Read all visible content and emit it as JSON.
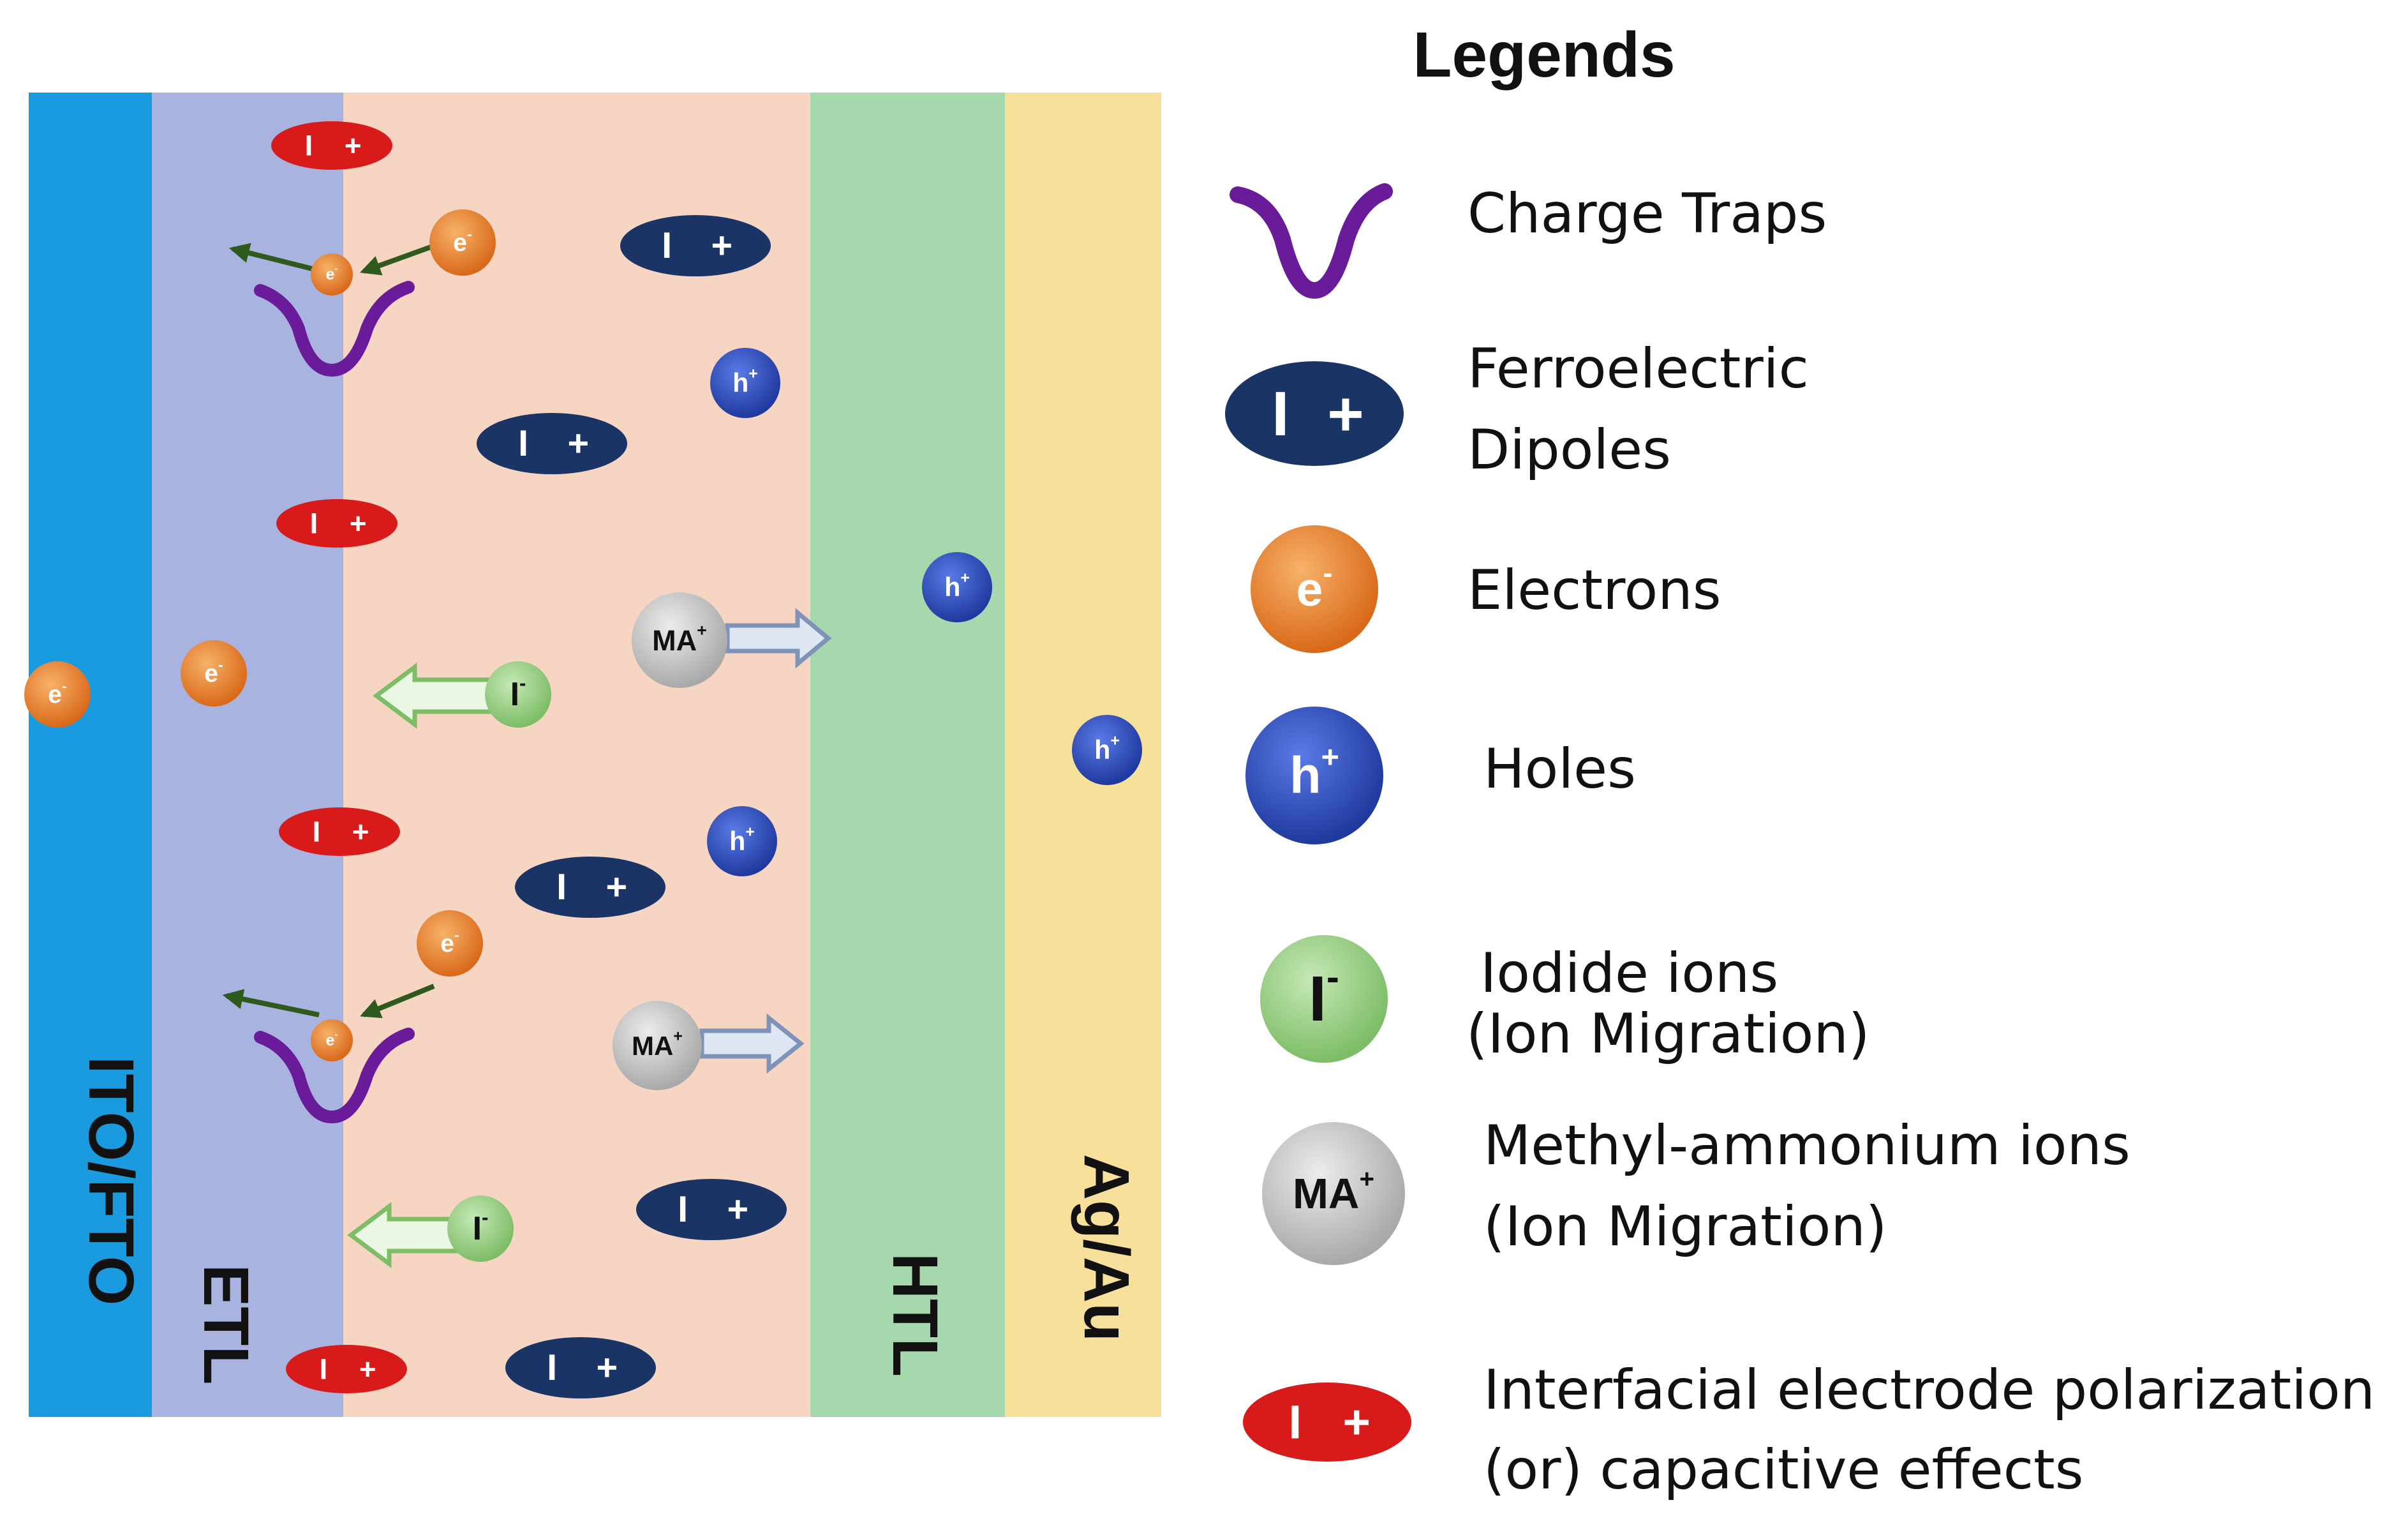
{
  "layers": [
    {
      "id": "ito",
      "label": "ITO/FTO",
      "color": "#1a9be0"
    },
    {
      "id": "etl",
      "label": "ETL",
      "color": "#a9b3e0"
    },
    {
      "id": "perovskite",
      "label": "",
      "color": "#f6d5c3"
    },
    {
      "id": "htl",
      "label": "HTL",
      "color": "#a6d8ad"
    },
    {
      "id": "electrode",
      "label": "Ag/Au",
      "color": "#f7e19a"
    }
  ],
  "particles": {
    "electron_symbol": "e",
    "electron_sup": "-",
    "hole_symbol": "h",
    "hole_sup": "+",
    "iodide_symbol": "I",
    "iodide_sup": "-",
    "ma_symbol": "MA",
    "ma_sup": "+",
    "dipole_minus": "I",
    "dipole_plus": "+"
  },
  "legend": {
    "title": "Legends",
    "items": [
      {
        "key": "charge-traps",
        "lines": [
          "Charge Traps"
        ]
      },
      {
        "key": "ferroelectric-dipoles",
        "lines": [
          "Ferroelectric",
          "Dipoles"
        ]
      },
      {
        "key": "electrons",
        "lines": [
          "Electrons"
        ]
      },
      {
        "key": "holes",
        "lines": [
          "Holes"
        ]
      },
      {
        "key": "iodide-ions",
        "lines": [
          "Iodide ions",
          "(Ion Migration)"
        ]
      },
      {
        "key": "methyl-ammonium-ions",
        "lines": [
          "Methyl-ammonium ions",
          "(Ion Migration)"
        ]
      },
      {
        "key": "interfacial-polarization",
        "lines": [
          "Interfacial electrode polarization",
          "(or) capacitive effects"
        ]
      }
    ]
  },
  "colors": {
    "trap": "#6a1b9a",
    "dipole": "#1a3466",
    "electron": "#e8802e",
    "hole": "#2e4fc0",
    "iodide": "#8fcb7a",
    "ma": "#c7c7c7",
    "polarization": "#d91a1a",
    "arrow_green": "#2f5a1e"
  }
}
